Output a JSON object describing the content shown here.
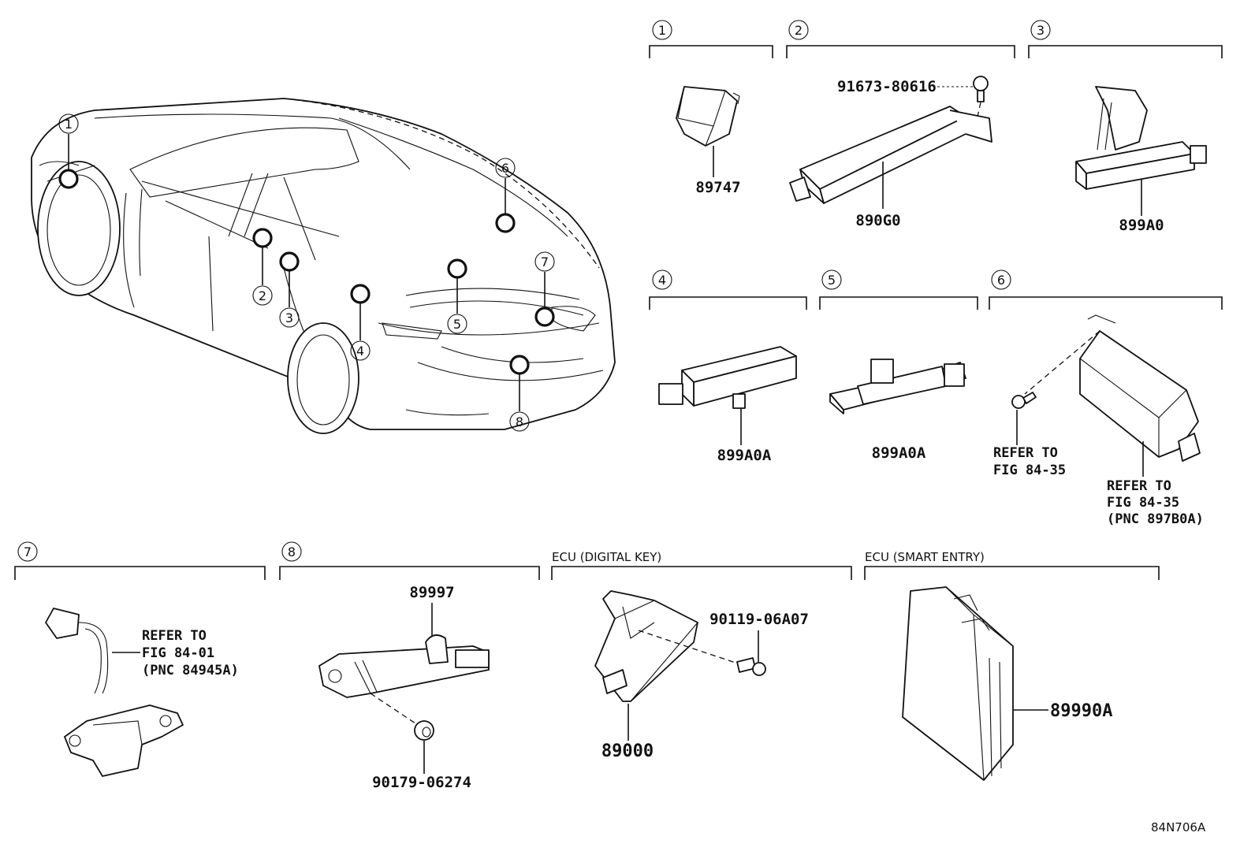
{
  "callouts": [
    "1",
    "2",
    "3",
    "4",
    "5",
    "6",
    "7",
    "8"
  ],
  "sections": {
    "s1": {
      "num": "1",
      "parts": [
        "89747"
      ]
    },
    "s2": {
      "num": "2",
      "parts": [
        "91673-80616",
        "890G0"
      ]
    },
    "s3": {
      "num": "3",
      "parts": [
        "899A0"
      ]
    },
    "s4": {
      "num": "4",
      "parts": [
        "899A0A"
      ]
    },
    "s5": {
      "num": "5",
      "parts": [
        "899A0A"
      ]
    },
    "s6": {
      "num": "6",
      "notes": [
        "REFER TO",
        "FIG 84-35",
        "REFER TO",
        "FIG 84-35",
        "(PNC 897B0A)"
      ]
    },
    "s7": {
      "num": "7",
      "notes": [
        "REFER TO",
        "FIG 84-01",
        "(PNC 84945A)"
      ]
    },
    "s8": {
      "num": "8",
      "parts": [
        "89997",
        "90179-06274"
      ]
    },
    "s9": {
      "title": "ECU (DIGITAL KEY)",
      "parts": [
        "90119-06A07",
        "89000"
      ]
    },
    "s10": {
      "title": "ECU (SMART ENTRY)",
      "parts": [
        "89990A"
      ]
    }
  },
  "diagram_code": "84N706A"
}
